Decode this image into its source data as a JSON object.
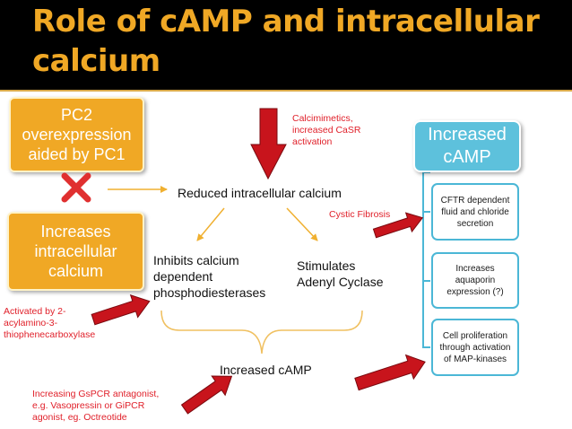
{
  "title": "Role of cAMP and intracellular calcium",
  "boxes": {
    "pc2": "PC2 overexpression aided by PC1",
    "increases_calcium": "Increases intracellular calcium",
    "increased_camp_head": "Increased cAMP",
    "cftr": "CFTR dependent fluid and chloride secretion",
    "aquaporin": "Increases aquaporin expression (?)",
    "proliferation": "Cell proliferation through activation of MAP-kinases"
  },
  "labels": {
    "reduced_calcium": "Reduced intracellular calcium",
    "inhibits_pde": "Inhibits calcium dependent phosphodiesterases",
    "stimulates_ac": "Stimulates Adenyl Cyclase",
    "increased_camp": "Increased cAMP"
  },
  "red_labels": {
    "calcimimetics": "Calcimimetics, increased CaSR activation",
    "cystic_fibrosis": "Cystic Fibrosis",
    "activated_by": "Activated by 2-acylamino-3-thiophenecarboxylase",
    "gspcr": "Increasing GsPCR antagonist, e.g. Vasopressin or GiPCR agonist, eg. Octreotide"
  },
  "colors": {
    "title_orange": "#f0a825",
    "box_orange": "#f0a825",
    "box_blue": "#5dc1dc",
    "arrow_red": "#c8141c",
    "text_red": "#e0202a",
    "thin_arrow": "#f0b030"
  }
}
